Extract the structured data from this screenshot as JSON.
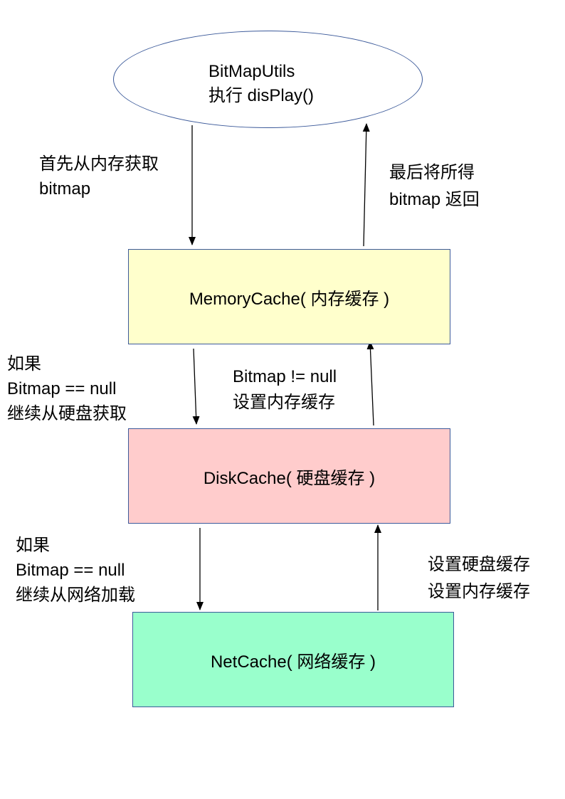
{
  "nodes": {
    "util": {
      "line1": "BitMapUtils",
      "line2": "执行 disPlay()"
    },
    "memory": {
      "label": "MemoryCache( 内存缓存 )"
    },
    "disk": {
      "label": "DiskCache( 硬盘缓存 )"
    },
    "net": {
      "label": "NetCache( 网络缓存 )"
    }
  },
  "labels": {
    "first_fetch": [
      "首先从内存获取",
      "bitmap"
    ],
    "return_bitmap": [
      "最后将所得",
      "bitmap 返回"
    ],
    "if_disk": [
      "如果",
      "Bitmap == null",
      "继续从硬盘获取"
    ],
    "set_memory": [
      "Bitmap != null",
      "设置内存缓存"
    ],
    "if_net": [
      "如果",
      "Bitmap == null",
      "继续从网络加载"
    ],
    "set_disk": [
      "设置硬盘缓存",
      "设置内存缓存"
    ]
  },
  "colors": {
    "memory_fill": "#ffffcc",
    "disk_fill": "#ffcccc",
    "net_fill": "#99ffcc",
    "border": "#3c5a9a"
  }
}
